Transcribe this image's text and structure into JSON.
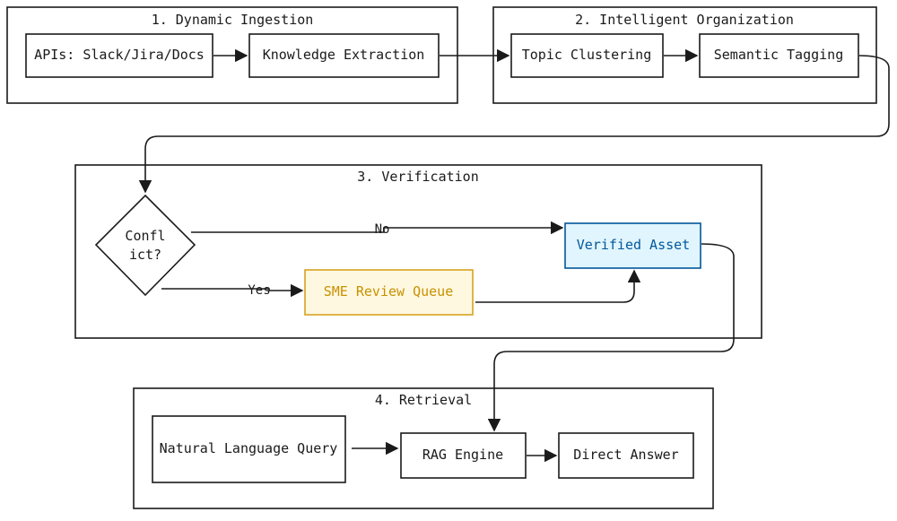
{
  "groups": {
    "ingestion": "1. Dynamic Ingestion",
    "organization": "2. Intelligent Organization",
    "verification": "3. Verification",
    "retrieval": "4. Retrieval"
  },
  "nodes": {
    "apis": "APIs: Slack/Jira/Docs",
    "knowledge_extraction": "Knowledge Extraction",
    "topic_clustering": "Topic Clustering",
    "semantic_tagging": "Semantic Tagging",
    "conflict_line1": "Confl",
    "conflict_line2": "ict?",
    "verified_asset": "Verified Asset",
    "sme_review_queue": "SME Review Queue",
    "natural_language_query": "Natural Language Query",
    "rag_engine": "RAG Engine",
    "direct_answer": "Direct Answer"
  },
  "edges": {
    "no_label": "No",
    "yes_label": "Yes"
  },
  "colors": {
    "verified_fill": "#e1f5fe",
    "verified_stroke": "#01579b",
    "sme_fill": "#fff8e1",
    "sme_stroke": "#d6a31f",
    "sme_text": "#c79100"
  }
}
